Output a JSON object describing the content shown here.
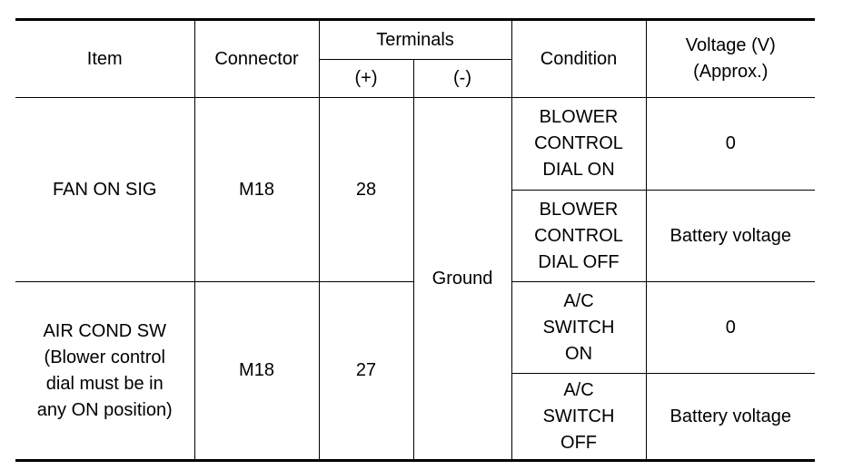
{
  "header": {
    "item": "Item",
    "connector": "Connector",
    "terminals": "Terminals",
    "plus": "(+)",
    "minus": "(-)",
    "condition": "Condition",
    "voltage_line1": "Voltage (V)",
    "voltage_line2": "(Approx.)"
  },
  "rows": [
    {
      "item_lines": [
        "FAN ON SIG"
      ],
      "connector": "M18",
      "plus": "28",
      "conditions": [
        {
          "lines": [
            "BLOWER",
            "CONTROL",
            "DIAL ON"
          ],
          "voltage": "0"
        },
        {
          "lines": [
            "BLOWER",
            "CONTROL",
            "DIAL OFF"
          ],
          "voltage": "Battery voltage"
        }
      ]
    },
    {
      "item_lines": [
        "AIR COND SW",
        "(Blower control",
        "dial must be in",
        "any ON position)"
      ],
      "connector": "M18",
      "plus": "27",
      "conditions": [
        {
          "lines": [
            "A/C",
            "SWITCH",
            "ON"
          ],
          "voltage": "0"
        },
        {
          "lines": [
            "A/C",
            "SWITCH",
            "OFF"
          ],
          "voltage": "Battery voltage"
        }
      ]
    }
  ],
  "minus_shared": "Ground"
}
